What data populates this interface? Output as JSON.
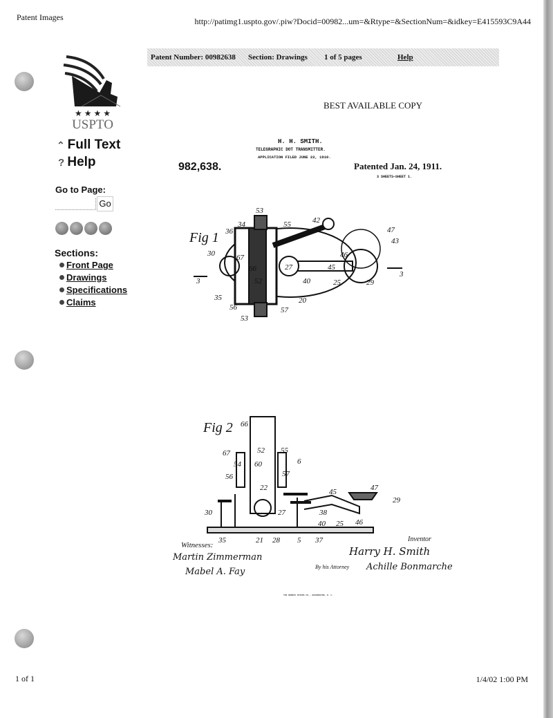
{
  "print_header": {
    "title": "Patent Images",
    "url": "http://patimg1.uspto.gov/.piw?Docid=00982...um=&Rtype=&SectionNum=&idkey=E415593C9A44"
  },
  "print_footer": {
    "page": "1 of 1",
    "datetime": "1/4/02 1:00 PM"
  },
  "toolbar": {
    "patent_number": "Patent Number: 00982638",
    "section": "Section: Drawings",
    "pages": "1 of 5 pages",
    "help": "Help"
  },
  "sidebar": {
    "logo_text": "USPTO",
    "full_text": "Full Text",
    "help": "Help",
    "goto_label": "Go to Page:",
    "goto_value": "",
    "go_button": "Go",
    "nav_icons": [
      "first-page-icon",
      "prev-page-icon",
      "next-page-icon",
      "last-page-icon"
    ],
    "sections_label": "Sections:",
    "sections": [
      "Front Page",
      "Drawings",
      "Specifications",
      "Claims"
    ]
  },
  "document": {
    "stamp": "BEST AVAILABLE COPY",
    "inventor": "H. H. SMITH.",
    "title": "TELEGRAPHIC DOT TRANSMITTER.",
    "filed": "APPLICATION FILED JUNE 22, 1910.",
    "number": "982,638.",
    "patented": "Patented Jan. 24, 1911.",
    "sheets": "3 SHEETS—SHEET 1.",
    "fig1": {
      "caption": "Fig 1",
      "labels": [
        "53",
        "55",
        "42",
        "47",
        "43",
        "36",
        "34",
        "30",
        "67",
        "66",
        "27",
        "46",
        "45",
        "3",
        "52",
        "40",
        "25",
        "29",
        "3",
        "35",
        "56",
        "53",
        "57",
        "20"
      ]
    },
    "fig2": {
      "caption": "Fig 2",
      "labels": [
        "66",
        "67",
        "54",
        "60",
        "52",
        "55",
        "6",
        "56",
        "57",
        "22",
        "45",
        "47",
        "29",
        "30",
        "27",
        "38",
        "40",
        "25",
        "46",
        "35",
        "21",
        "28",
        "5",
        "37"
      ]
    },
    "witnesses_label": "Witnesses:",
    "witnesses": [
      "Martin Zimmerman",
      "Mabel A. Fay"
    ],
    "inventor_sig": "Harry H. Smith",
    "inventor_label": "Inventor",
    "attorney_label": "By his Attorney",
    "attorney_sig": "Achille Bonmarche",
    "printer": "THE NORRIS PETERS CO., WASHINGTON, D. C."
  }
}
